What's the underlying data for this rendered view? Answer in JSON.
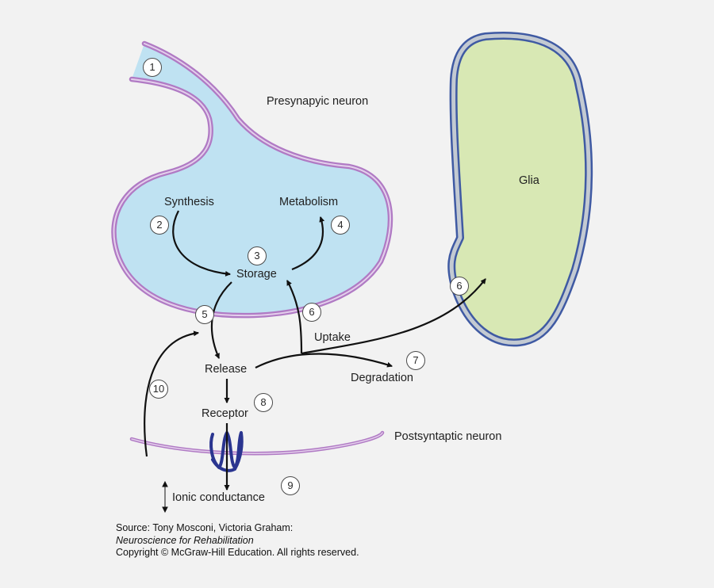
{
  "labels": {
    "presynaptic": "Presynapyic neuron",
    "glia": "Glia",
    "synthesis": "Synthesis",
    "metabolism": "Metabolism",
    "storage": "Storage",
    "uptake": "Uptake",
    "release": "Release",
    "degradation": "Degradation",
    "receptor": "Receptor",
    "postsynaptic": "Postsyntaptic neuron",
    "ionic": "Ionic conductance"
  },
  "steps": {
    "n1": "1",
    "n2": "2",
    "n3": "3",
    "n4": "4",
    "n5": "5",
    "n6a": "6",
    "n6b": "6",
    "n7": "7",
    "n8": "8",
    "n9": "9",
    "n10": "10"
  },
  "source": {
    "line1": "Source: Tony Mosconi, Victoria Graham:",
    "line2": "Neuroscience for Rehabilitation",
    "line3": "Copyright © McGraw-Hill Education. All rights reserved."
  },
  "colors": {
    "neuron_fill": "#bfe2f2",
    "membrane": "#b07ac4",
    "glia_fill": "#d8e8b4",
    "glia_outline": "#3f5aa3",
    "receptor": "#2a3590",
    "arrow": "#111111"
  },
  "icons": {
    "ionic_marker": "up-down-arrow-icon"
  }
}
